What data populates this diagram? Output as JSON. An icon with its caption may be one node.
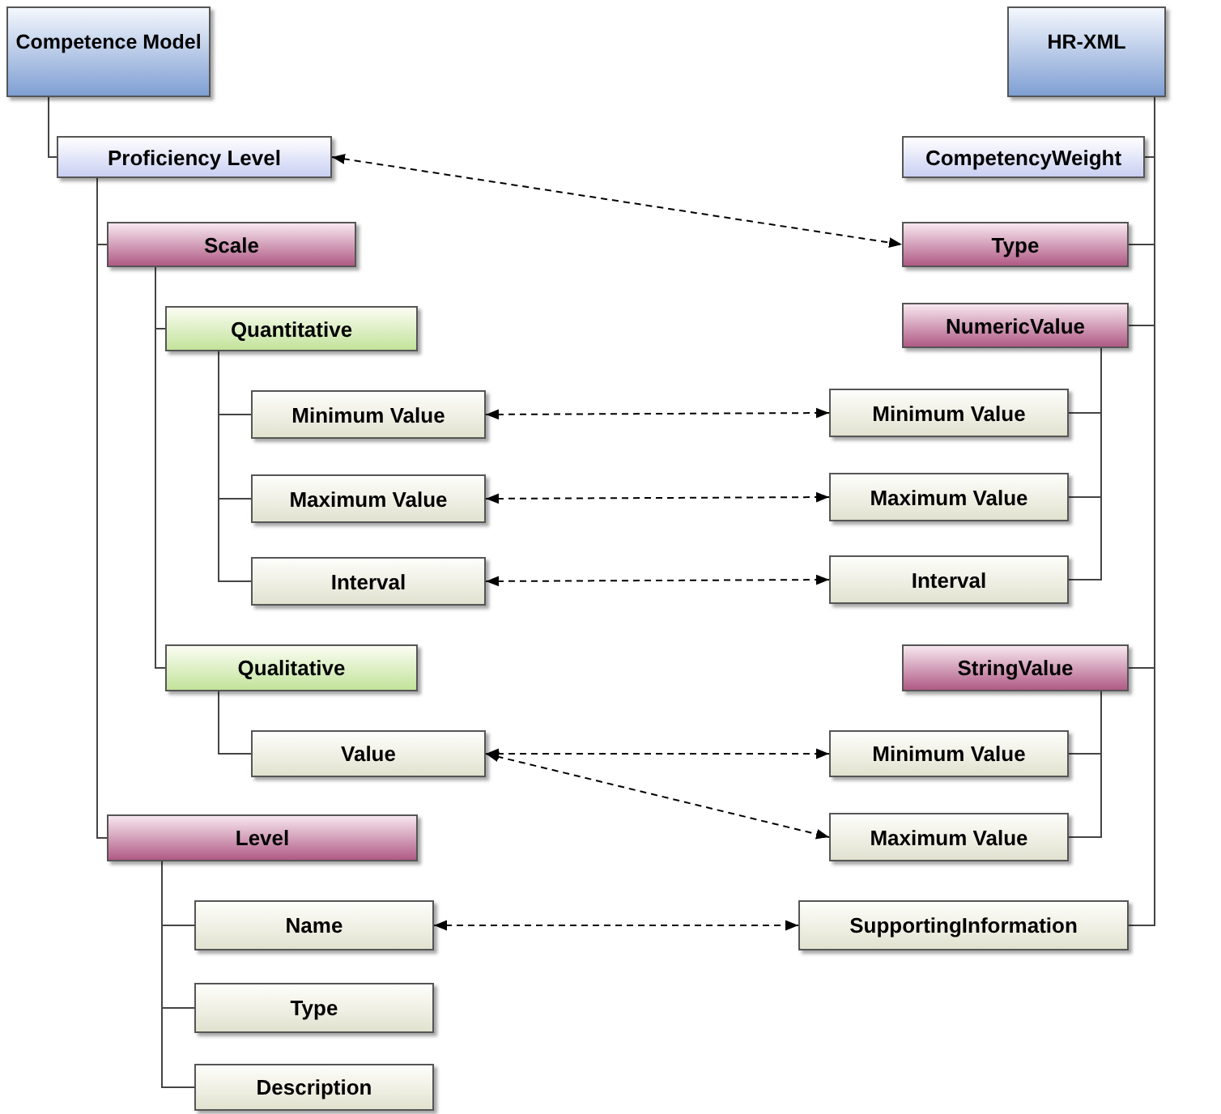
{
  "diagram": {
    "nodes": [
      {
        "text": [
          "Competence Model"
        ]
      },
      {
        "text": [
          "Proficiency Level"
        ]
      },
      {
        "text": [
          "Scale"
        ]
      },
      {
        "text": [
          "Quantitative"
        ]
      },
      {
        "text": [
          "Minimum Value"
        ]
      },
      {
        "text": [
          "Maximum Value"
        ]
      },
      {
        "text": [
          "Interval"
        ]
      },
      {
        "text": [
          "Qualitative"
        ]
      },
      {
        "text": [
          "Value"
        ]
      },
      {
        "text": [
          "Level"
        ]
      },
      {
        "text": [
          "Name"
        ]
      },
      {
        "text": [
          "Type"
        ]
      },
      {
        "text": [
          "Description"
        ]
      },
      {
        "text": [
          "HR-XML"
        ]
      },
      {
        "text": [
          "CompetencyWeight"
        ]
      },
      {
        "text": [
          "Type"
        ]
      },
      {
        "text": [
          "NumericValue"
        ]
      },
      {
        "text": [
          "Minimum Value"
        ]
      },
      {
        "text": [
          "Maximum Value"
        ]
      },
      {
        "text": [
          "Interval"
        ]
      },
      {
        "text": [
          "StringValue"
        ]
      },
      {
        "text": [
          "Minimum Value"
        ]
      },
      {
        "text": [
          "Maximum Value"
        ]
      },
      {
        "text": [
          "SupportingInformation"
        ]
      }
    ],
    "edges": [
      {
        "from": 0,
        "to": 1,
        "arrow": "none"
      },
      {
        "from": 1,
        "to": 2,
        "arrow": "none"
      },
      {
        "from": 1,
        "to": 9,
        "arrow": "none"
      },
      {
        "from": 2,
        "to": 3,
        "arrow": "none"
      },
      {
        "from": 2,
        "to": 7,
        "arrow": "none"
      },
      {
        "from": 3,
        "to": 4,
        "arrow": "none"
      },
      {
        "from": 3,
        "to": 5,
        "arrow": "none"
      },
      {
        "from": 3,
        "to": 6,
        "arrow": "none"
      },
      {
        "from": 7,
        "to": 8,
        "arrow": "none"
      },
      {
        "from": 9,
        "to": 10,
        "arrow": "none"
      },
      {
        "from": 9,
        "to": 11,
        "arrow": "none"
      },
      {
        "from": 9,
        "to": 12,
        "arrow": "none"
      },
      {
        "from": 13,
        "to": 14,
        "arrow": "none"
      },
      {
        "from": 14,
        "to": 15,
        "arrow": "none"
      },
      {
        "from": 14,
        "to": 16,
        "arrow": "none"
      },
      {
        "from": 14,
        "to": 20,
        "arrow": "none"
      },
      {
        "from": 14,
        "to": 23,
        "arrow": "none"
      },
      {
        "from": 16,
        "to": 17,
        "arrow": "none"
      },
      {
        "from": 16,
        "to": 18,
        "arrow": "none"
      },
      {
        "from": 16,
        "to": 19,
        "arrow": "none"
      },
      {
        "from": 20,
        "to": 21,
        "arrow": "none"
      },
      {
        "from": 20,
        "to": 22,
        "arrow": "none"
      },
      {
        "from": 1,
        "to": 15,
        "arrow": "both",
        "style": "dashed"
      },
      {
        "from": 4,
        "to": 17,
        "arrow": "both",
        "style": "dashed"
      },
      {
        "from": 5,
        "to": 18,
        "arrow": "both",
        "style": "dashed"
      },
      {
        "from": 6,
        "to": 19,
        "arrow": "both",
        "style": "dashed"
      },
      {
        "from": 8,
        "to": 21,
        "arrow": "both",
        "style": "dashed"
      },
      {
        "from": 8,
        "to": 22,
        "arrow": "both",
        "style": "dashed"
      },
      {
        "from": 10,
        "to": 23,
        "arrow": "both",
        "style": "dashed"
      }
    ]
  }
}
